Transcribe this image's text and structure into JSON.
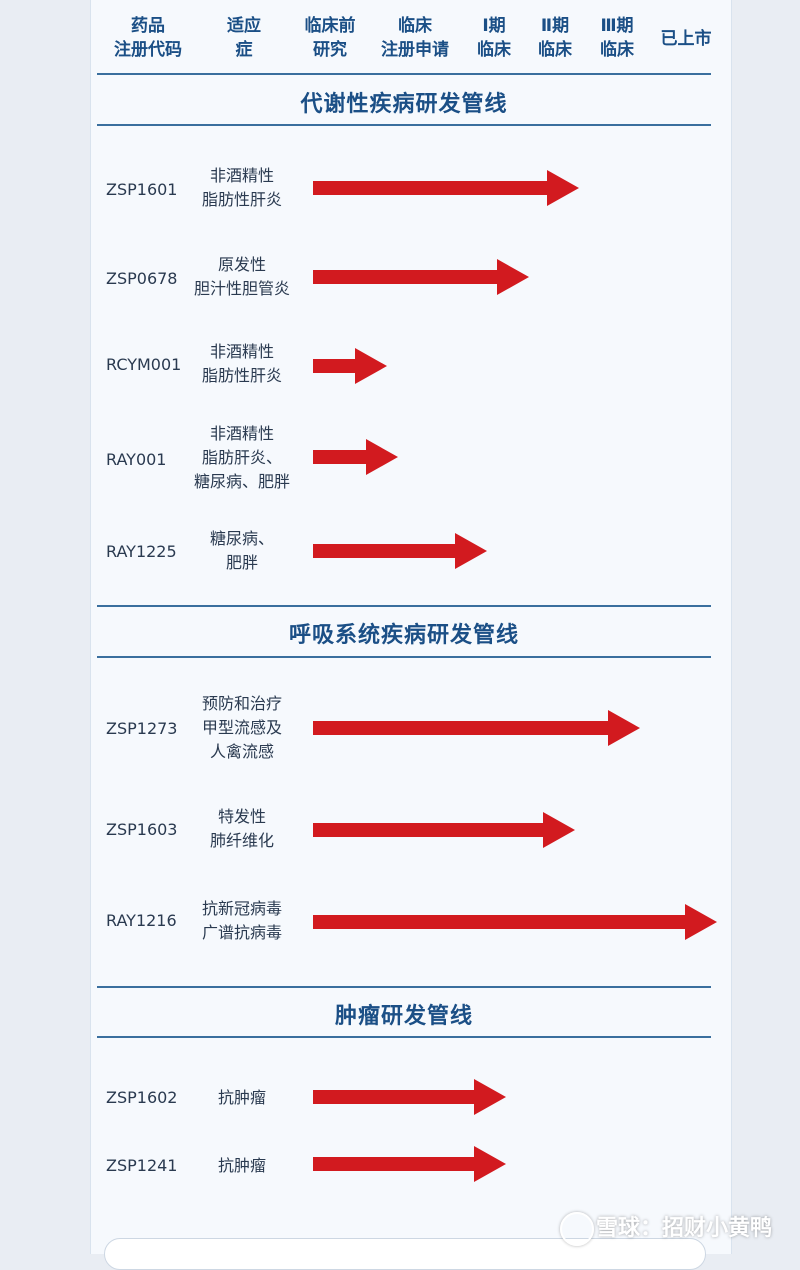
{
  "header": {
    "columns": [
      "药品\n注册代码",
      "适应\n症",
      "临床前\n研究",
      "临床\n注册申请",
      "Ⅰ期\n临床",
      "Ⅱ期\n临床",
      "Ⅲ期\n临床",
      "已上市"
    ]
  },
  "sections": [
    {
      "title": "代谢性疾病研发管线",
      "rows": [
        {
          "code": "ZSP1601",
          "indication": "非酒精性\n脂肪性肝炎",
          "progress": 0.64
        },
        {
          "code": "ZSP0678",
          "indication": "原发性\n胆汁性胆管炎",
          "progress": 0.51
        },
        {
          "code": "RCYM001",
          "indication": "非酒精性\n脂肪性肝炎",
          "progress": 0.14
        },
        {
          "code": "RAY001",
          "indication": "非酒精性\n脂肪肝炎、\n糖尿病、肥胖",
          "progress": 0.17
        },
        {
          "code": "RAY1225",
          "indication": "糖尿病、\n肥胖",
          "progress": 0.4
        }
      ]
    },
    {
      "title": "呼吸系统疾病研发管线",
      "rows": [
        {
          "code": "ZSP1273",
          "indication": "预防和治疗\n甲型流感及\n人禽流感",
          "progress": 0.8
        },
        {
          "code": "ZSP1603",
          "indication": "特发性\n肺纤维化",
          "progress": 0.63
        },
        {
          "code": "RAY1216",
          "indication": "抗新冠病毒\n广谱抗病毒",
          "progress": 1.0
        }
      ]
    },
    {
      "title": "肿瘤研发管线",
      "rows": [
        {
          "code": "ZSP1602",
          "indication": "抗肿瘤",
          "progress": 0.45
        },
        {
          "code": "ZSP1241",
          "indication": "抗肿瘤",
          "progress": 0.45
        }
      ]
    }
  ],
  "colors": {
    "arrow": "#d21a1f",
    "heading": "#1b4f86",
    "rule": "#3a6f9e"
  },
  "watermark": {
    "text": "雪球：招财小黄鸭",
    "icon": "snowball-logo-icon"
  }
}
